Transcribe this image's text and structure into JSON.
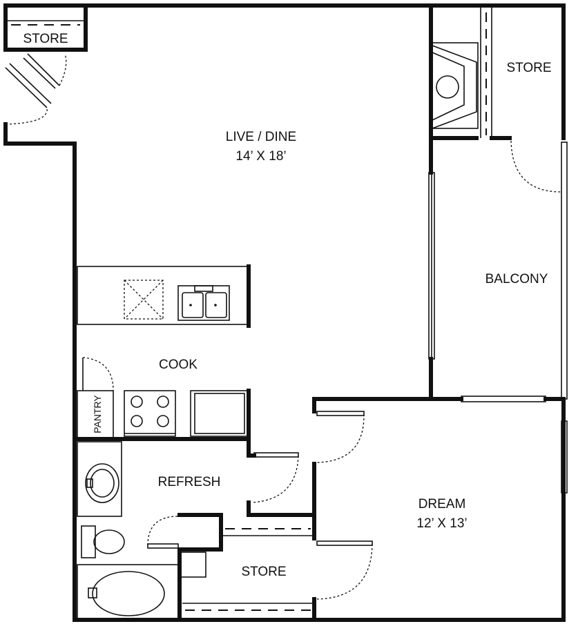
{
  "rooms": {
    "store_top_left": "STORE",
    "store_top_right": "STORE",
    "live_dine": "LIVE / DINE",
    "live_dine_size": "14’ X 18’",
    "balcony": "BALCONY",
    "cook": "COOK",
    "pantry": "PANTRY",
    "refresh": "REFRESH",
    "dream": "DREAM",
    "dream_size": "12’ X 13’",
    "store_bottom": "STORE"
  }
}
